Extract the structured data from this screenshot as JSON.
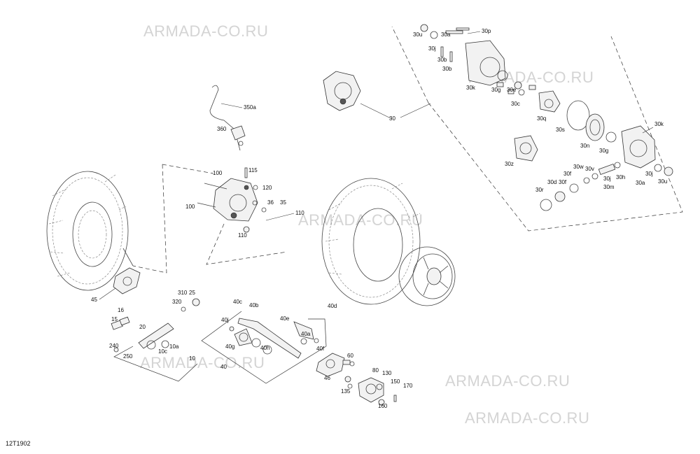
{
  "diagram_code": "12T1902",
  "watermark": "ARMADA-CO.RU",
  "callouts": {
    "c30": "30",
    "c30a": "30a",
    "c30b": "30b",
    "c30c": "30c",
    "c30d": "30d",
    "c30e": "30e",
    "c30f": "30f",
    "c30g": "30g",
    "c30h": "30h",
    "c30j": "30j",
    "c30k": "30k",
    "c30m": "30m",
    "c30n": "30n",
    "c30p": "30p",
    "c30q": "30q",
    "c30r": "30r",
    "c30s": "30s",
    "c30u": "30u",
    "c30v": "30v",
    "c30w": "30w",
    "c30z": "30z",
    "c350a": "350a",
    "c360": "360",
    "c100": "100",
    "c115": "115",
    "c120": "120",
    "c36": "36",
    "c35": "35",
    "c110": "110",
    "c45": "45",
    "c310": "310",
    "c25": "25",
    "c320": "320",
    "c16": "16",
    "c15": "15",
    "c20": "20",
    "c10a": "10a",
    "c10c": "10c",
    "c10": "10",
    "c240": "240",
    "c250": "250",
    "c40": "40",
    "c40a": "40a",
    "c40b": "40b",
    "c40c": "40c",
    "c40d": "40d",
    "c40e": "40e",
    "c40f": "40f",
    "c40g": "40g",
    "c40h": "40h",
    "c40j": "40j",
    "c46": "46",
    "c60": "60",
    "c80": "80",
    "c130": "130",
    "c135": "135",
    "c150": "150",
    "c160": "160",
    "c170": "170"
  }
}
